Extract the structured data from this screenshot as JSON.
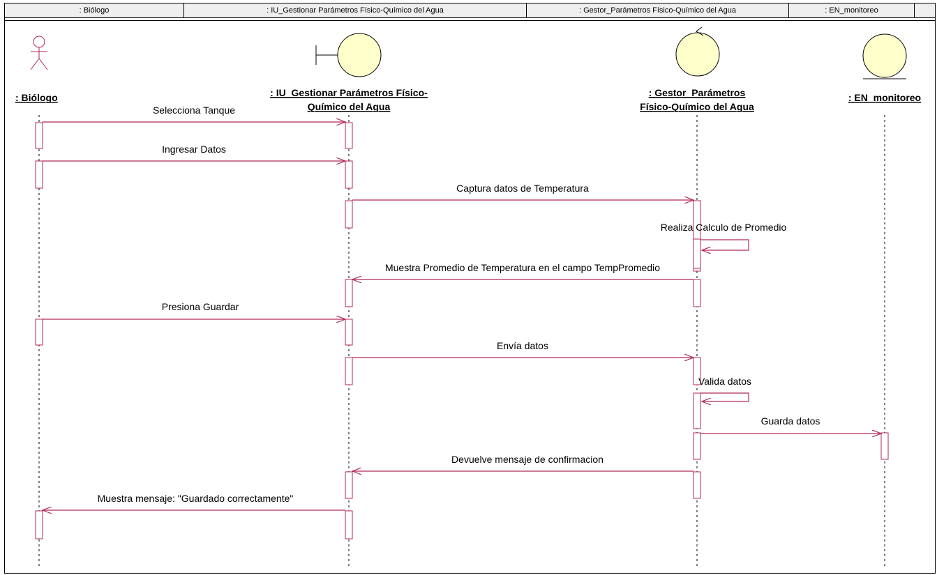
{
  "header": {
    "cells": [
      ": Biólogo",
      ": IU_Gestionar Parámetros Físico-Químico del Agua",
      ": Gestor_Parámetros Físico-Químico del Agua",
      ": EN_monitoreo"
    ]
  },
  "lifelines": [
    {
      "id": "biologo",
      "icon": "actor-icon",
      "label_lines": [
        ": Biólogo"
      ]
    },
    {
      "id": "iu",
      "icon": "boundary-icon",
      "label_lines": [
        ": IU_Gestionar Parámetros Físico-",
        "Químico del Agua"
      ]
    },
    {
      "id": "gestor",
      "icon": "control-icon",
      "label_lines": [
        ": Gestor_Parámetros",
        "Físico-Químico del Agua"
      ]
    },
    {
      "id": "monitoreo",
      "icon": "entity-icon",
      "label_lines": [
        ": EN_monitoreo"
      ]
    }
  ],
  "messages": [
    {
      "from": "biologo",
      "to": "iu",
      "label": "Selecciona Tanque"
    },
    {
      "from": "biologo",
      "to": "iu",
      "label": "Ingresar Datos"
    },
    {
      "from": "iu",
      "to": "gestor",
      "label": "Captura datos de Temperatura"
    },
    {
      "from": "gestor",
      "to": "gestor",
      "label": "Realiza Calculo de Promedio"
    },
    {
      "from": "gestor",
      "to": "iu",
      "label": "Muestra Promedio de Temperatura en el campo TempPromedio"
    },
    {
      "from": "biologo",
      "to": "iu",
      "label": "Presiona Guardar"
    },
    {
      "from": "iu",
      "to": "gestor",
      "label": "Envía datos"
    },
    {
      "from": "gestor",
      "to": "gestor",
      "label": "Valida datos"
    },
    {
      "from": "gestor",
      "to": "monitoreo",
      "label": "Guarda datos"
    },
    {
      "from": "gestor",
      "to": "iu",
      "label": "Devuelve mensaje de confirmacion"
    },
    {
      "from": "iu",
      "to": "biologo",
      "label": "Muestra mensaje: \"Guardado correctamente\""
    }
  ],
  "colors": {
    "message": "#b0285a",
    "lifeline_fill": "#ffffcc",
    "line": "#000000"
  }
}
